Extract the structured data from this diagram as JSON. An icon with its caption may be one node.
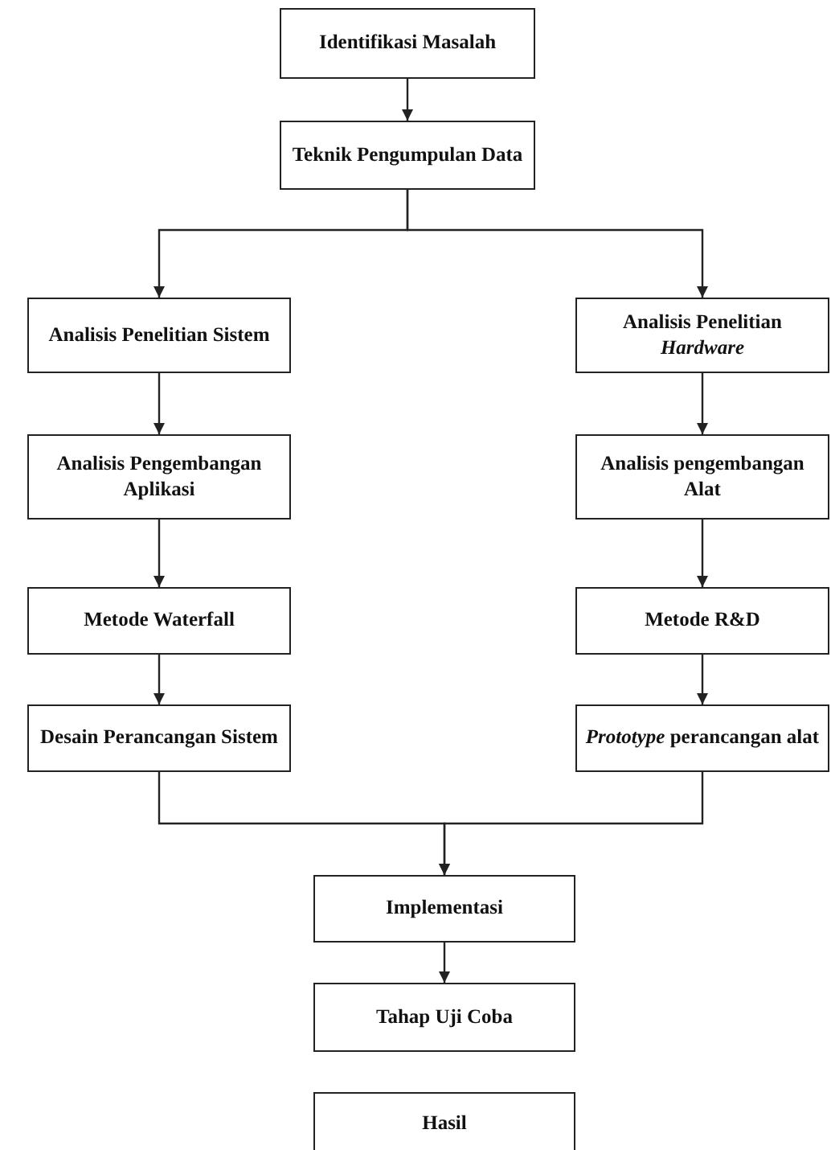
{
  "diagram": {
    "nodes": [
      {
        "text": [
          "Identifikasi Masalah"
        ]
      },
      {
        "text": [
          "Teknik Pengumpulan Data"
        ]
      },
      {
        "text": [
          "Analisis Penelitian Sistem"
        ]
      },
      {
        "text": [
          "Analisis Penelitian *Hardware*"
        ]
      },
      {
        "text": [
          "Analisis Pengembangan Aplikasi"
        ]
      },
      {
        "text": [
          "Analisis pengembangan Alat"
        ]
      },
      {
        "text": [
          "Metode Waterfall"
        ]
      },
      {
        "text": [
          "Metode R&D"
        ]
      },
      {
        "text": [
          "Desain Perancangan Sistem"
        ]
      },
      {
        "text": [
          "*Prototype* perancangan alat"
        ]
      },
      {
        "text": [
          "Implementasi"
        ]
      },
      {
        "text": [
          "Tahap Uji Coba"
        ]
      },
      {
        "text": [
          "Hasil"
        ]
      }
    ],
    "edges": [
      {
        "from": 0,
        "to": 1,
        "arrow": "to"
      },
      {
        "from": 1,
        "to": 2,
        "arrow": "to"
      },
      {
        "from": 1,
        "to": 3,
        "arrow": "to"
      },
      {
        "from": 2,
        "to": 4,
        "arrow": "to"
      },
      {
        "from": 3,
        "to": 5,
        "arrow": "to"
      },
      {
        "from": 4,
        "to": 6,
        "arrow": "to"
      },
      {
        "from": 5,
        "to": 7,
        "arrow": "to"
      },
      {
        "from": 6,
        "to": 8,
        "arrow": "to"
      },
      {
        "from": 7,
        "to": 9,
        "arrow": "to"
      },
      {
        "from": 8,
        "to": 10,
        "arrow": "to"
      },
      {
        "from": 9,
        "to": 10,
        "arrow": "to"
      },
      {
        "from": 10,
        "to": 11,
        "arrow": "to"
      }
    ]
  }
}
